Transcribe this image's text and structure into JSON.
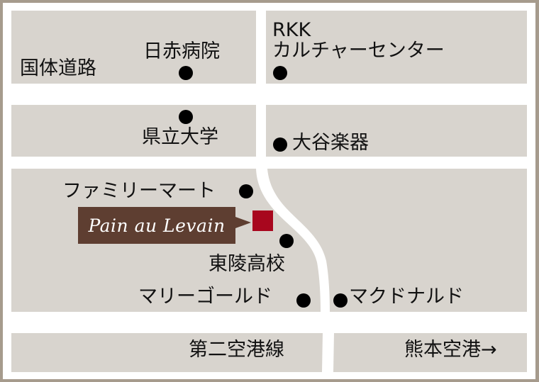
{
  "map": {
    "colors": {
      "block": "#d8d4ce",
      "road": "#ffffff",
      "frame": "#a69b8d",
      "shop_marker": "#a8071e",
      "badge": "#5e3e31",
      "text": "#111111"
    },
    "roads": {
      "national_road": "国体道路",
      "second_airport_line": "第二空港線",
      "to_airport": "熊本空港→"
    },
    "landmarks": {
      "red_cross_hospital": "日赤病院",
      "rkk_line1": "RKK",
      "rkk_line2": "カルチャーセンター",
      "prefectural_university": "県立大学",
      "otani_gakki": "大谷楽器",
      "familymart": "ファミリーマート",
      "toryo_high_school": "東陵高校",
      "marigold": "マリーゴールド",
      "mcdonalds": "マクドナルド"
    },
    "shop": {
      "name": "Pain au Levain",
      "marker_icon": "red-square-marker"
    }
  }
}
